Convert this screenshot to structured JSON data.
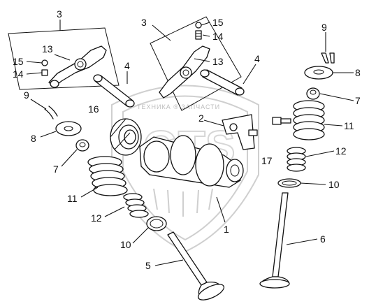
{
  "diagram": {
    "callouts": [
      {
        "id": "c3-left",
        "text": "3"
      },
      {
        "id": "c3-right",
        "text": "3"
      },
      {
        "id": "c15-right",
        "text": "15"
      },
      {
        "id": "c14-right",
        "text": "14"
      },
      {
        "id": "c13-left",
        "text": "13"
      },
      {
        "id": "c15-left",
        "text": "15"
      },
      {
        "id": "c14-left",
        "text": "14"
      },
      {
        "id": "c13-right",
        "text": "13"
      },
      {
        "id": "c9-right",
        "text": "9"
      },
      {
        "id": "c4-left",
        "text": "4"
      },
      {
        "id": "c4-right",
        "text": "4"
      },
      {
        "id": "c8-right",
        "text": "8"
      },
      {
        "id": "c9-left",
        "text": "9"
      },
      {
        "id": "c16",
        "text": "16"
      },
      {
        "id": "c7-right",
        "text": "7"
      },
      {
        "id": "c2",
        "text": "2"
      },
      {
        "id": "c8-left",
        "text": "8"
      },
      {
        "id": "c11-right",
        "text": "11"
      },
      {
        "id": "c12-right",
        "text": "12"
      },
      {
        "id": "c7-left",
        "text": "7"
      },
      {
        "id": "c17",
        "text": "17"
      },
      {
        "id": "c10-right",
        "text": "10"
      },
      {
        "id": "c11-left",
        "text": "11"
      },
      {
        "id": "c12-left",
        "text": "12"
      },
      {
        "id": "c1",
        "text": "1"
      },
      {
        "id": "c6",
        "text": "6"
      },
      {
        "id": "c10-left",
        "text": "10"
      },
      {
        "id": "c5",
        "text": "5"
      }
    ],
    "watermark": {
      "letters": "GTS",
      "caption": "ТЕХНИКА ® ЗАПЧАСТИ"
    }
  }
}
